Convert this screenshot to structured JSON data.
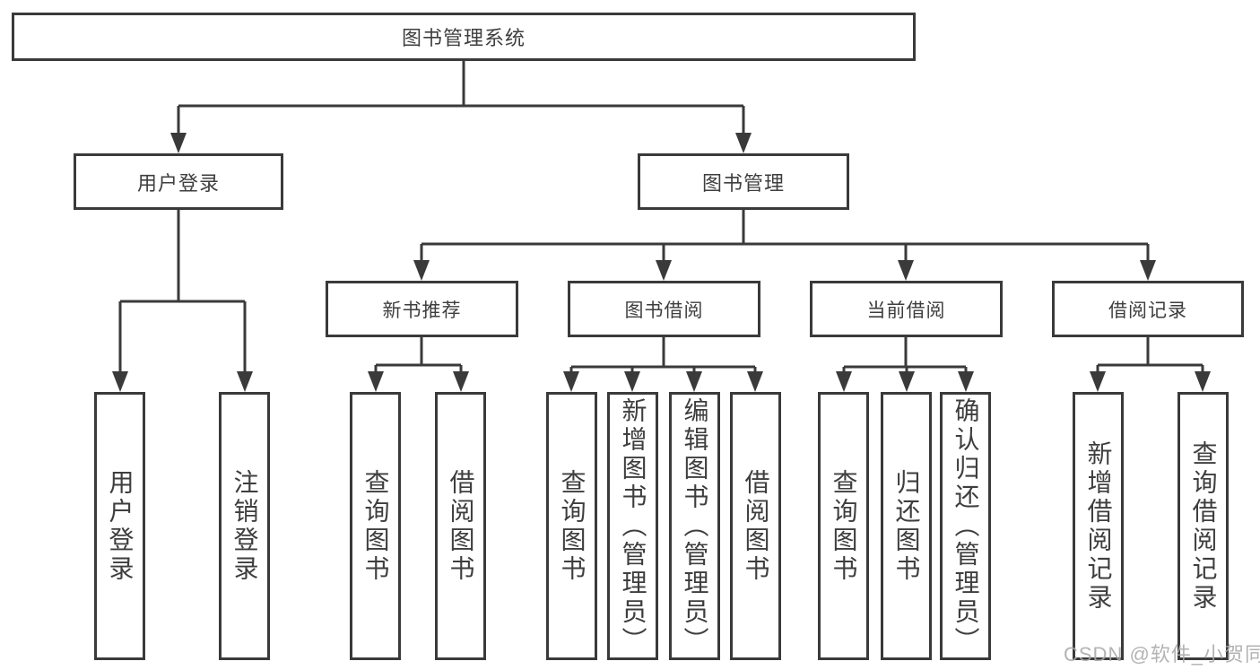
{
  "diagram_title": "图书管理系统",
  "colors": {
    "line": "#3a3a3a",
    "text": "#3e3e3e",
    "background": "#ffffff",
    "watermark": "#a8a8a8"
  },
  "tree": {
    "label": "图书管理系统",
    "children": [
      {
        "label": "用户登录",
        "children": [
          {
            "label": "用户登录"
          },
          {
            "label": "注销登录"
          }
        ]
      },
      {
        "label": "图书管理",
        "children": [
          {
            "label": "新书推荐",
            "children": [
              {
                "label": "查询图书"
              },
              {
                "label": "借阅图书"
              }
            ]
          },
          {
            "label": "图书借阅",
            "children": [
              {
                "label": "查询图书"
              },
              {
                "label": "新增图书（管理员）"
              },
              {
                "label": "编辑图书（管理员）"
              },
              {
                "label": "借阅图书"
              }
            ]
          },
          {
            "label": "当前借阅",
            "children": [
              {
                "label": "查询图书"
              },
              {
                "label": "归还图书"
              },
              {
                "label": "确认归还（管理员）"
              }
            ]
          },
          {
            "label": "借阅记录",
            "children": [
              {
                "label": "新增借阅记录"
              },
              {
                "label": "查询借阅记录"
              }
            ]
          }
        ]
      }
    ]
  },
  "watermark": {
    "text": "CSDN @软件_小贺同学"
  }
}
